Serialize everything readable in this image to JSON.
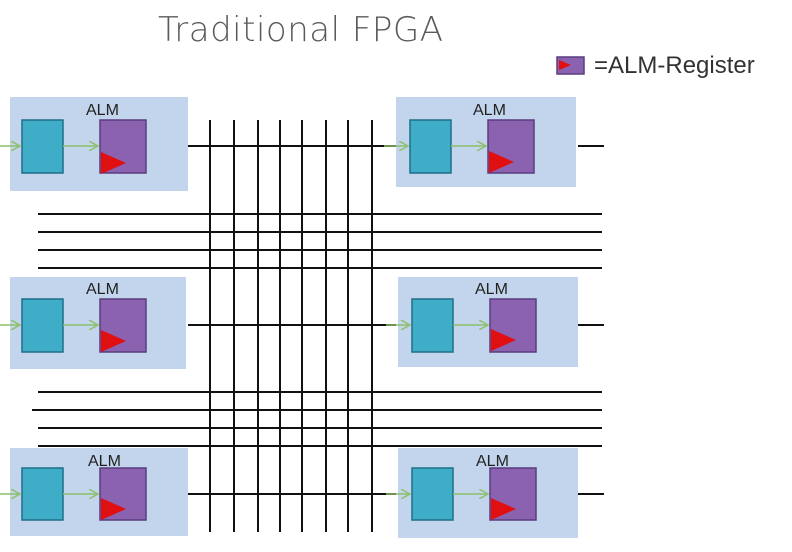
{
  "title": "Traditional FPGA",
  "legend": {
    "text": "=ALM-Register"
  },
  "alm_blocks": [
    {
      "label": "ALM"
    },
    {
      "label": "ALM"
    },
    {
      "label": "ALM"
    },
    {
      "label": "ALM"
    },
    {
      "label": "ALM"
    },
    {
      "label": "ALM"
    }
  ],
  "colors": {
    "alm_background": "#c3d5ec",
    "lut": "#3fadc8",
    "register": "#8a62b0",
    "clock_triangle": "#e01010",
    "input_arrow": "#8cc06a",
    "wire": "#111111"
  }
}
